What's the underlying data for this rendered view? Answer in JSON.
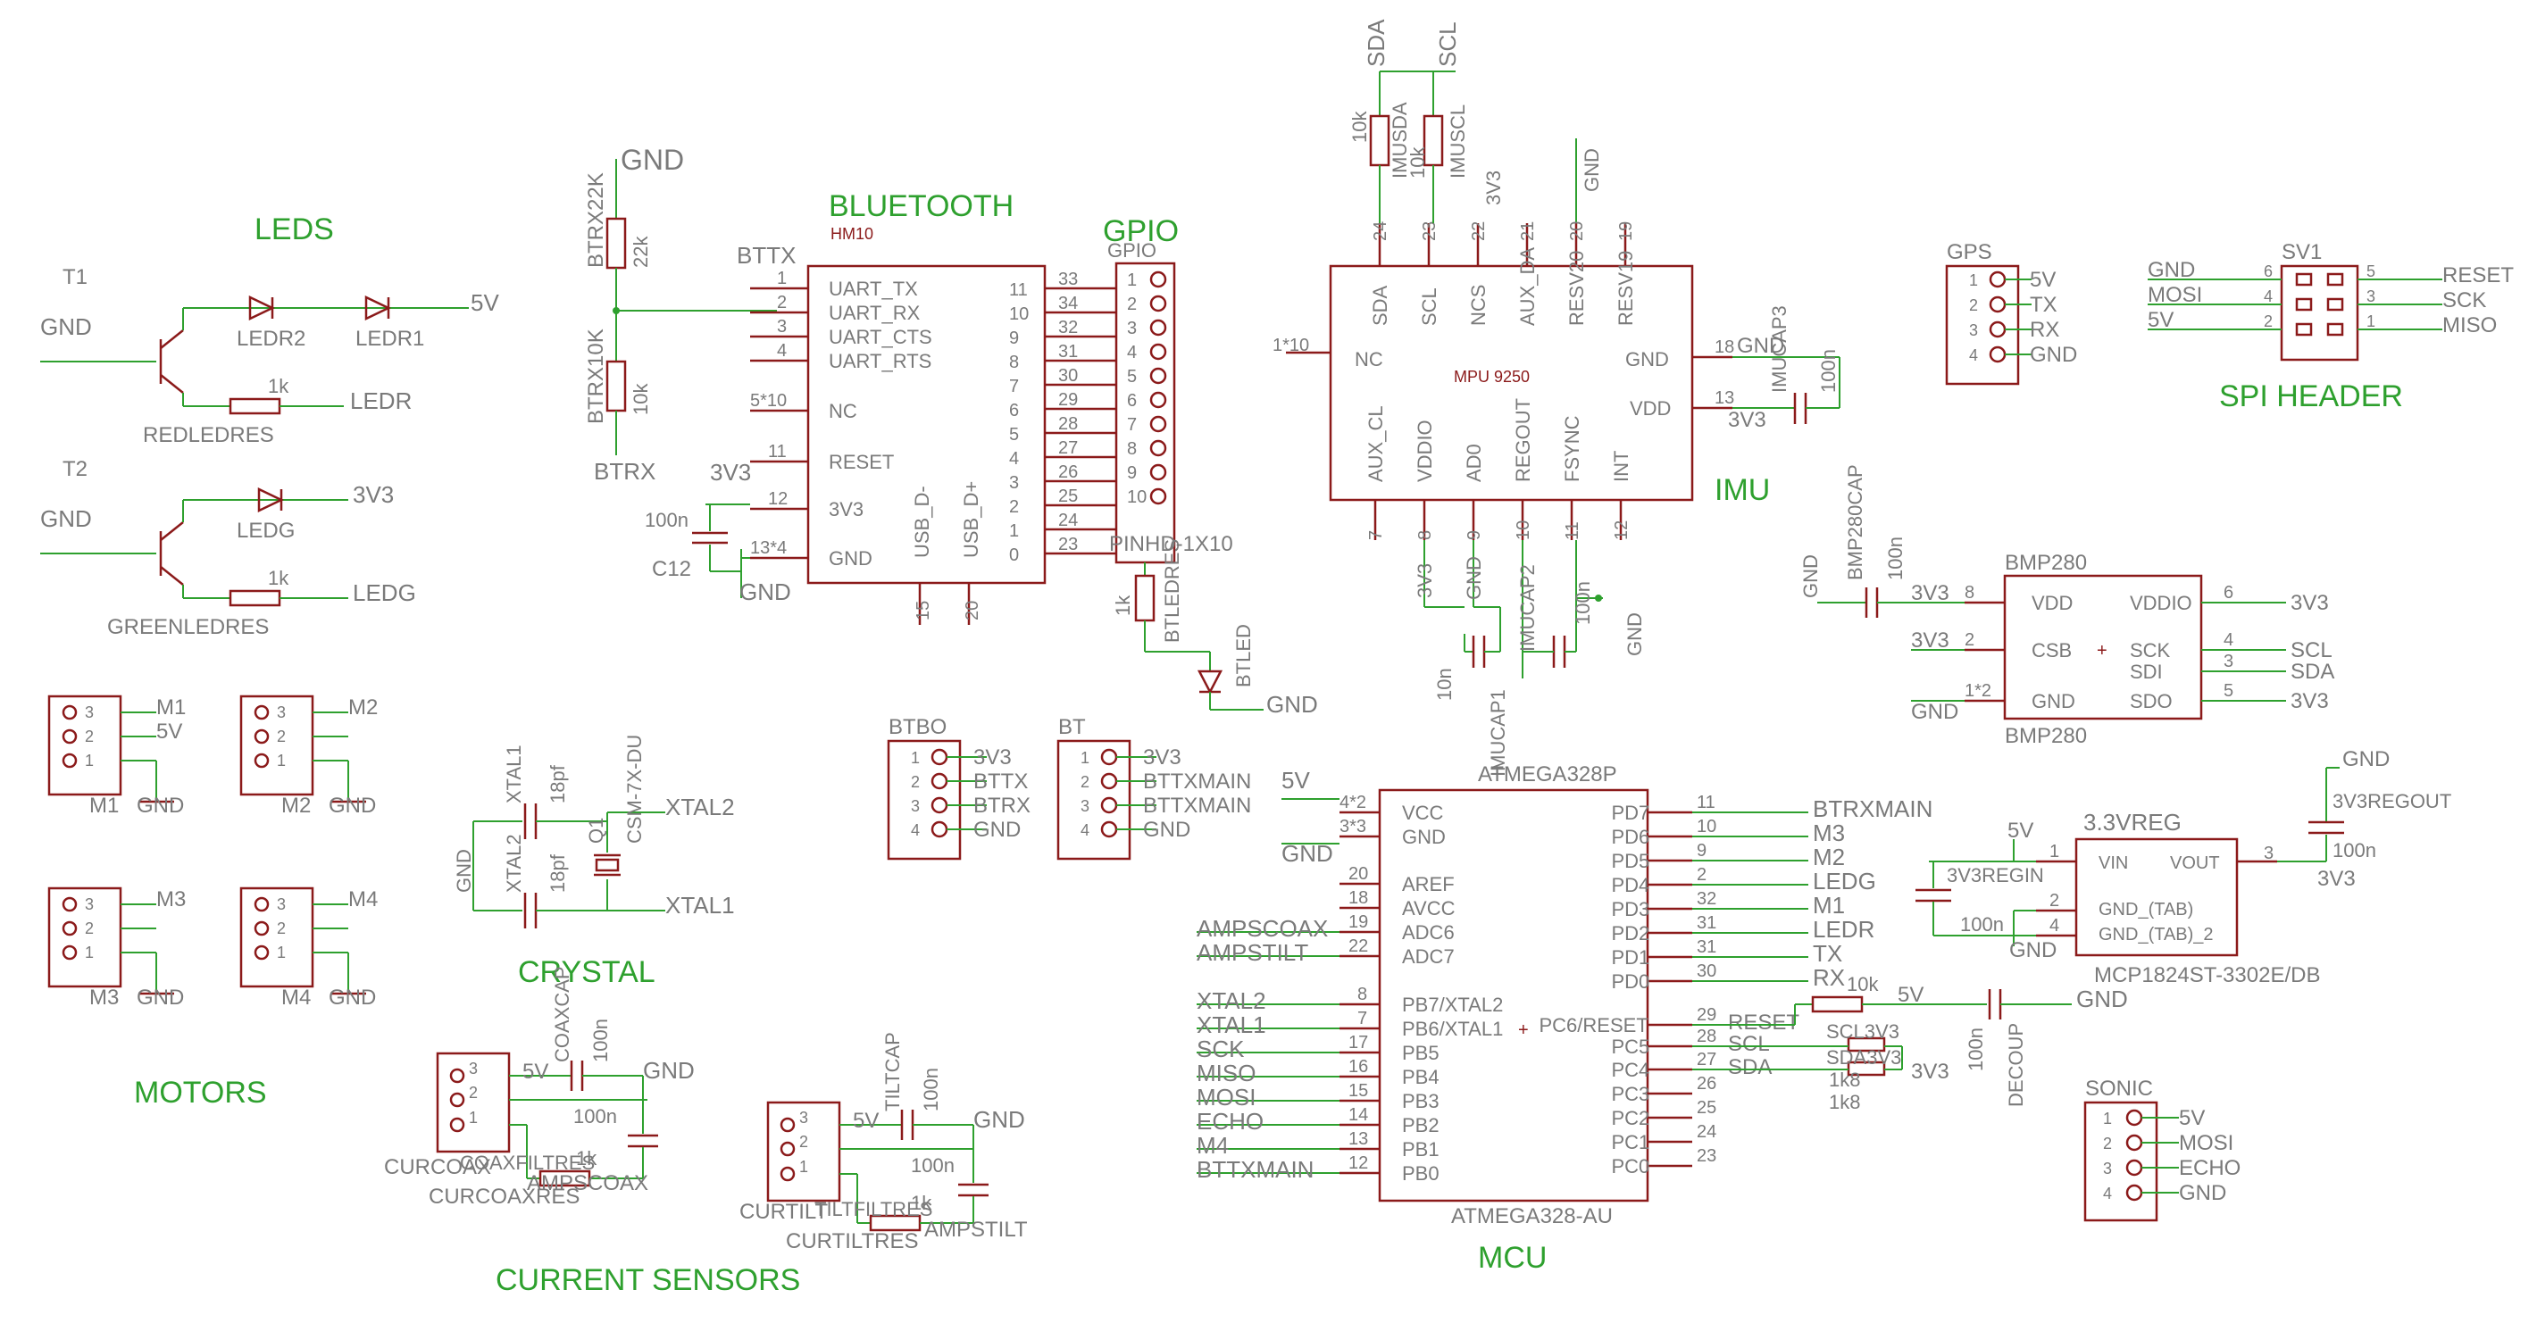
{
  "sections": {
    "leds": "LEDS",
    "bluetooth": "BLUETOOTH",
    "gpio": "GPIO",
    "imu": "IMU",
    "spi_header": "SPI HEADER",
    "crystal": "CRYSTAL",
    "motors": "MOTORS",
    "current_sensors": "CURRENT SENSORS",
    "mcu": "MCU"
  },
  "leds_block": {
    "t1": "T1",
    "t2": "T2",
    "gnd1": "GND",
    "gnd2": "GND",
    "ledr2": "LEDR2",
    "ledr1": "LEDR1",
    "v5": "5V",
    "res_val1": "1k",
    "ledr": "LEDR",
    "redledres": "REDLEDRES",
    "ledg_part": "LEDG",
    "v3v3": "3V3",
    "res_val2": "1k",
    "ledg_net": "LEDG",
    "greenledres": "GREENLEDRES"
  },
  "bt_divider": {
    "gnd": "GND",
    "btrx22k": "BTRX22K",
    "v22k": "22k",
    "btrx10k": "BTRX10K",
    "v10k": "10k",
    "btrx": "BTRX"
  },
  "hm10": {
    "chip": "HM10",
    "bttx": "BTTX",
    "left_pins": [
      {
        "num": "1",
        "name": "UART_TX"
      },
      {
        "num": "2",
        "name": "UART_RX"
      },
      {
        "num": "3",
        "name": "UART_CTS"
      },
      {
        "num": "4",
        "name": "UART_RTS"
      },
      {
        "num": "5*10",
        "name": "NC"
      },
      {
        "num": "11",
        "name": "RESET"
      },
      {
        "num": "12",
        "name": "3V3"
      },
      {
        "num": "13*4",
        "name": "GND"
      }
    ],
    "right_pins": [
      {
        "ext": "33",
        "int": "11"
      },
      {
        "ext": "34",
        "int": "10"
      },
      {
        "ext": "32",
        "int": "9"
      },
      {
        "ext": "31",
        "int": "8"
      },
      {
        "ext": "30",
        "int": "7"
      },
      {
        "ext": "29",
        "int": "6"
      },
      {
        "ext": "28",
        "int": "5"
      },
      {
        "ext": "27",
        "int": "4"
      },
      {
        "ext": "26",
        "int": "3"
      },
      {
        "ext": "25",
        "int": "2"
      },
      {
        "ext": "24",
        "int": "1"
      },
      {
        "ext": "23",
        "int": "0"
      }
    ],
    "usb_dm": "USB_D-",
    "usb_dp": "USB_D+",
    "pin15": "15",
    "pin20": "20",
    "net_3v3": "3V3",
    "cap_val": "100n",
    "cap_name": "C12",
    "gnd": "GND"
  },
  "gpio": {
    "name": "GPIO",
    "part": "PINHD-1X10",
    "pins": [
      "1",
      "2",
      "3",
      "4",
      "5",
      "6",
      "7",
      "8",
      "9",
      "10"
    ],
    "res_val": "1k",
    "res_name": "BTLEDRES",
    "led_name": "BTLED",
    "gnd": "GND"
  },
  "imu": {
    "sda": "SDA",
    "scl": "SCL",
    "r1_val": "10k",
    "r1_name": "IMUSDA",
    "r2_val": "10k",
    "r2_name": "IMUSCL",
    "v3v3_top": "3V3",
    "gnd_top": "GND",
    "top_pins": [
      {
        "num": "24",
        "name": "SDA"
      },
      {
        "num": "23",
        "name": "SCL"
      },
      {
        "num": "22",
        "name": "NCS"
      },
      {
        "num": "21",
        "name": "AUX_DA"
      },
      {
        "num": "20",
        "name": "RESV20"
      },
      {
        "num": "19",
        "name": "RESV19"
      }
    ],
    "bottom_pins": [
      {
        "num": "7",
        "name": "AUX_CL"
      },
      {
        "num": "8",
        "name": "VDDIO"
      },
      {
        "num": "9",
        "name": "AD0"
      },
      {
        "num": "10",
        "name": "REGOUT"
      },
      {
        "num": "11",
        "name": "FSYNC"
      },
      {
        "num": "12",
        "name": "INT"
      }
    ],
    "left_pin": {
      "num": "1*10",
      "name": "NC"
    },
    "right_pins": [
      {
        "num": "18",
        "name": "GND"
      },
      {
        "num": "13",
        "name": "VDD"
      }
    ],
    "chip": "MPU 9250",
    "gnd_r": "GND",
    "imucap3": "IMUCAP3",
    "cap3_val": "100n",
    "v3v3_r": "3V3",
    "v3v3_b": "3V3",
    "gnd_b1": "GND",
    "cap1_val": "10n",
    "imucap1": "IMUCAP1",
    "imucap2": "IMUCAP2",
    "cap2_val": "100n",
    "gnd_b2": "GND"
  },
  "gps": {
    "name": "GPS",
    "pins": [
      {
        "num": "1",
        "net": "5V"
      },
      {
        "num": "2",
        "net": "TX"
      },
      {
        "num": "3",
        "net": "RX"
      },
      {
        "num": "4",
        "net": "GND"
      }
    ]
  },
  "spi": {
    "name": "SV1",
    "left": [
      {
        "net": "GND",
        "num": "6"
      },
      {
        "net": "MOSI",
        "num": "4"
      },
      {
        "net": "5V",
        "num": "2"
      }
    ],
    "right": [
      {
        "num": "5",
        "net": "RESET"
      },
      {
        "num": "3",
        "net": "SCK"
      },
      {
        "num": "1",
        "net": "MISO"
      }
    ]
  },
  "bmp": {
    "name": "BMP280",
    "value": "BMP280",
    "cap_name": "BMP280CAP",
    "cap_val": "100n",
    "gnd_l": "GND",
    "v3v3_a": "3V3",
    "v3v3_b": "3V3",
    "gnd_b": "GND",
    "left_pins": [
      {
        "num": "8",
        "name": "VDD"
      },
      {
        "num": "2",
        "name": "CSB"
      },
      {
        "num": "1*2",
        "name": "GND"
      }
    ],
    "right_pins": [
      {
        "num": "6",
        "name": "VDDIO",
        "net": "3V3"
      },
      {
        "num": "4",
        "name": "SCK",
        "net": "SCL"
      },
      {
        "num": "3",
        "name": "SDI",
        "net": "SDA"
      },
      {
        "num": "5",
        "name": "SDO",
        "net": "3V3"
      }
    ]
  },
  "reg": {
    "name": "3.3VREG",
    "part": "MCP1824ST-3302E/DB",
    "pins": [
      {
        "num": "1",
        "name": "VIN"
      },
      {
        "num": "3",
        "name": "VOUT"
      },
      {
        "num": "2",
        "name": "GND_(TAB)"
      },
      {
        "num": "4",
        "name": "GND_(TAB)_2"
      }
    ],
    "v5": "5V",
    "cap_in_name": "3V3REGIN",
    "cap_in_val": "100n",
    "gnd_in": "GND",
    "gnd_out": "GND",
    "cap_out_name": "3V3REGOUT",
    "cap_out_val": "100n",
    "v3v3": "3V3"
  },
  "bt_headers": [
    {
      "name": "BTBO",
      "nets": [
        "3V3",
        "BTTX",
        "BTRX",
        "GND"
      ]
    },
    {
      "name": "BT",
      "nets": [
        "3V3",
        "BTTXMAIN",
        "BTTXMAIN",
        "GND"
      ]
    }
  ],
  "pin_nums": [
    "1",
    "2",
    "3",
    "4"
  ],
  "crystal": {
    "xtal1_cap": "XTAL1",
    "v18pf_1": "18pf",
    "xtal2_cap": "XTAL2",
    "v18pf_2": "18pf",
    "gnd": "GND",
    "q": "Q1",
    "part": "CSM-7X-DU",
    "xtal2": "XTAL2",
    "xtal1": "XTAL1"
  },
  "motors": [
    {
      "net": "M1",
      "name": "M1",
      "nets": [
        "M1",
        "5V",
        ""
      ],
      "gnd": "GND"
    },
    {
      "net": "M2",
      "name": "M2",
      "nets": [
        "M2",
        "",
        ""
      ],
      "gnd": "GND"
    },
    {
      "net": "M3",
      "name": "M3",
      "nets": [
        "M3",
        "",
        ""
      ],
      "gnd": "GND"
    },
    {
      "net": "M4",
      "name": "M4",
      "nets": [
        "M4",
        "",
        ""
      ],
      "gnd": "GND"
    }
  ],
  "motor_pins": [
    "3",
    "2",
    "1"
  ],
  "current": {
    "coax": {
      "v5": "5V",
      "cap_name": "COAXCAP",
      "cap_val": "100n",
      "gnd": "GND",
      "cap2_val": "100n",
      "filt": "COAXFILTRES",
      "res_val": "1k",
      "amps": "AMPSCOAX",
      "conn": "CURCOAX",
      "res": "CURCOAXRES"
    },
    "tilt": {
      "v5": "5V",
      "cap_name": "TILTCAP",
      "cap_val": "100n",
      "gnd": "GND",
      "cap2_val": "100n",
      "filt": "TILTFILTRES",
      "res_val": "1k",
      "amps": "AMPSTILT",
      "conn": "CURTILT",
      "res": "CURTILTRES"
    }
  },
  "mcu": {
    "name": "ATMEGA328P",
    "part": "ATMEGA328-AU",
    "v5": "5V",
    "gnd": "GND",
    "left_pins": [
      {
        "net": "",
        "num": "4*2",
        "name": "VCC"
      },
      {
        "net": "",
        "num": "3*3",
        "name": "GND"
      },
      {
        "net": "",
        "num": "20",
        "name": "AREF"
      },
      {
        "net": "",
        "num": "18",
        "name": "AVCC"
      },
      {
        "net": "AMPSCOAX",
        "num": "19",
        "name": "ADC6"
      },
      {
        "net": "AMPSTILT",
        "num": "22",
        "name": "ADC7"
      },
      {
        "net": "XTAL2",
        "num": "8",
        "name": "PB7/XTAL2"
      },
      {
        "net": "XTAL1",
        "num": "7",
        "name": "PB6/XTAL1"
      },
      {
        "net": "SCK",
        "num": "17",
        "name": "PB5"
      },
      {
        "net": "MISO",
        "num": "16",
        "name": "PB4"
      },
      {
        "net": "MOSI",
        "num": "15",
        "name": "PB3"
      },
      {
        "net": "ECHO",
        "num": "14",
        "name": "PB2"
      },
      {
        "net": "M4",
        "num": "13",
        "name": "PB1"
      },
      {
        "net": "BTTXMAIN",
        "num": "12",
        "name": "PB0"
      }
    ],
    "right_pins": [
      {
        "name": "PD7",
        "num": "11",
        "net": "BTRXMAIN"
      },
      {
        "name": "PD6",
        "num": "10",
        "net": "M3"
      },
      {
        "name": "PD5",
        "num": "9",
        "net": "M2"
      },
      {
        "name": "PD4",
        "num": "2",
        "net": "LEDG"
      },
      {
        "name": "PD3",
        "num": "32",
        "net": "M1"
      },
      {
        "name": "PD2",
        "num": "31",
        "net": "LEDR"
      },
      {
        "name": "PD1",
        "num": "31",
        "net": "TX"
      },
      {
        "name": "PD0",
        "num": "30",
        "net": "RX"
      },
      {
        "name": "PC6/RESET",
        "num": "29",
        "net": "RESET"
      },
      {
        "name": "PC5",
        "num": "28",
        "net": "SCL"
      },
      {
        "name": "PC4",
        "num": "27",
        "net": "SDA"
      },
      {
        "name": "PC3",
        "num": "26",
        "net": ""
      },
      {
        "name": "PC2",
        "num": "25",
        "net": ""
      },
      {
        "name": "PC1",
        "num": "24",
        "net": ""
      },
      {
        "name": "PC0",
        "num": "23",
        "net": ""
      }
    ],
    "r_reset_val": "10k",
    "r_reset_name": "RESET",
    "v5_reset": "5V",
    "sclv3v3": "SCL3V3",
    "sdav3v3": "SDA3V3",
    "v1k8a": "1k8",
    "v1k8b": "1k8",
    "v3v3": "3V3",
    "decoup": "DECOUP",
    "decoup_val": "100n",
    "gnd_decoup": "GND"
  },
  "sonic": {
    "name": "SONIC",
    "pins": [
      {
        "num": "1",
        "net": "5V"
      },
      {
        "num": "2",
        "net": "MOSI"
      },
      {
        "num": "3",
        "net": "ECHO"
      },
      {
        "num": "4",
        "net": "GND"
      }
    ]
  },
  "colors": {
    "wire": "#2ea02e",
    "part": "#8b1a1a",
    "net": "#7a7a7a",
    "label": "#2ea02e"
  }
}
